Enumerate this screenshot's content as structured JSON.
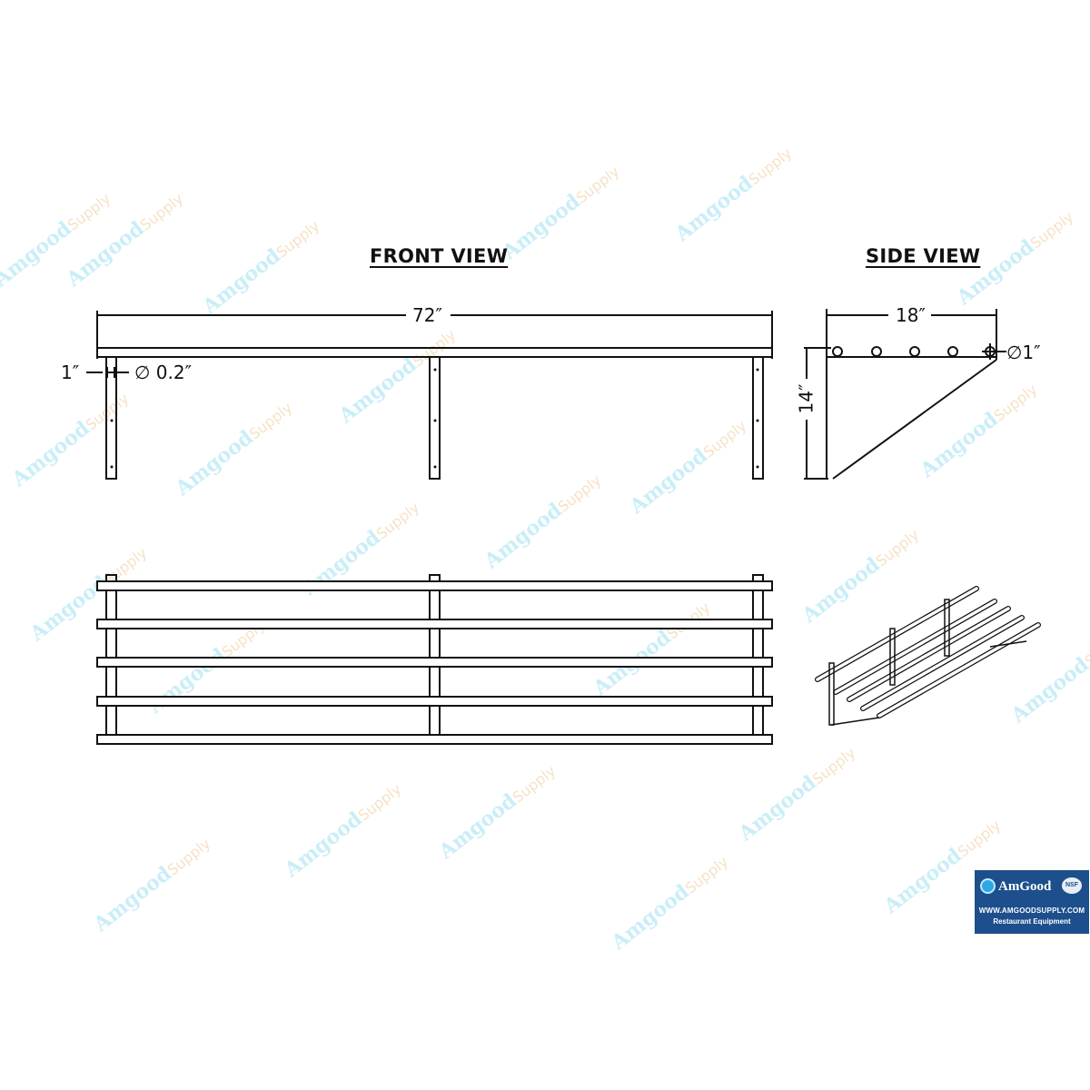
{
  "watermark": {
    "brand": "Amgood",
    "suffix": "Supply"
  },
  "front_view": {
    "title": "FRONT VIEW",
    "dimensions": {
      "width": "72″",
      "leg_offset": "1″",
      "hole_diameter": "∅ 0.2″"
    }
  },
  "side_view": {
    "title": "SIDE VIEW",
    "dimensions": {
      "depth": "18″",
      "height": "14″",
      "rod_diameter": "∅1″"
    },
    "rod_count": 5
  },
  "top_view": {
    "rod_count": 5,
    "bracket_count": 3
  },
  "badge": {
    "brand": "AmGood",
    "certification": "NSF",
    "url": "WWW.AMGOODSUPPLY.COM",
    "tagline": "Restaurant Equipment",
    "background_color": "#1c4f8c"
  }
}
